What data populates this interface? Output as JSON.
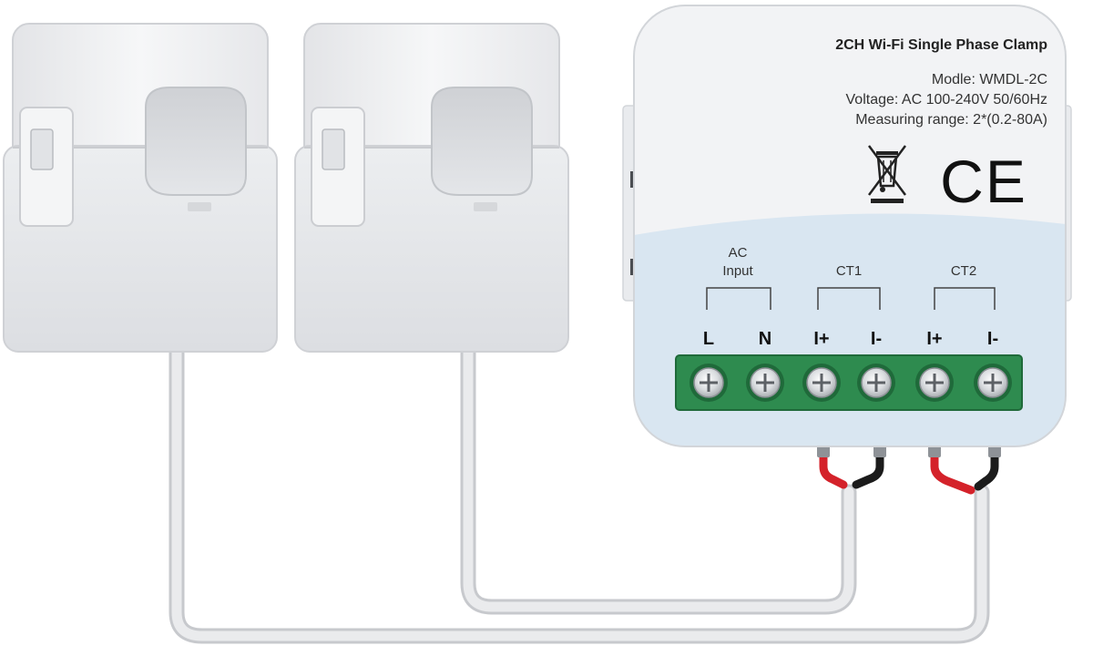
{
  "device": {
    "title": "2CH Wi-Fi Single Phase Clamp",
    "model": "Modle: WMDL-2C",
    "voltage": "Voltage: AC 100-240V 50/60Hz",
    "range": "Measuring range: 2*(0.2-80A)",
    "ce_mark": "CE",
    "weee_icon": "crossed-out-wheelie-bin-icon"
  },
  "terminals": {
    "groups": [
      {
        "id": "ac",
        "label_line1": "AC",
        "label_line2": "Input"
      },
      {
        "id": "ct1",
        "label_line1": "CT1",
        "label_line2": ""
      },
      {
        "id": "ct2",
        "label_line1": "CT2",
        "label_line2": ""
      }
    ],
    "pins": [
      "L",
      "N",
      "I+",
      "I-",
      "I+",
      "I-"
    ]
  },
  "colors": {
    "housing_top": "#f2f3f5",
    "housing_bottom": "#d9e6f1",
    "terminal_block": "#2e8b4f",
    "wire_red": "#d4222a",
    "wire_black": "#1b1b1b",
    "cable": "#e6e7ea",
    "clamp": "#eff0f2"
  }
}
